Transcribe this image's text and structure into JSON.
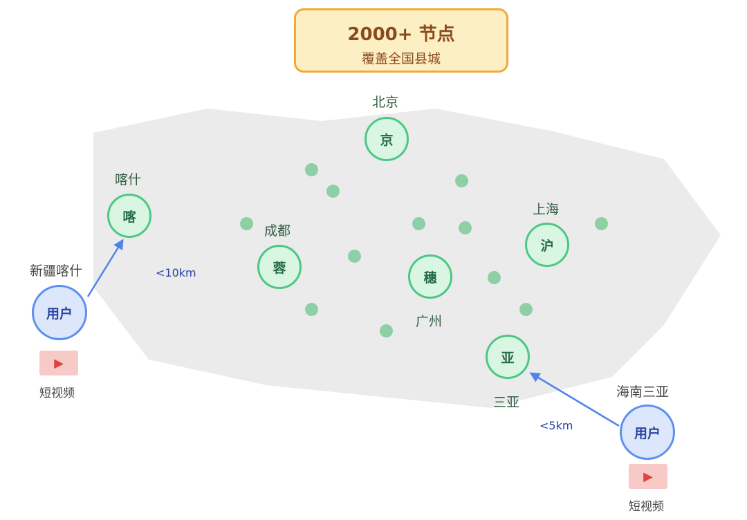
{
  "title": {
    "main": "2000+ 节点",
    "sub": "覆盖全国县城"
  },
  "map": {
    "fill_color": "#ebebeb"
  },
  "nodes": [
    {
      "id": "beijing",
      "glyph": "京",
      "city": "北京"
    },
    {
      "id": "kashgar",
      "glyph": "喀",
      "city": "喀什"
    },
    {
      "id": "chengdu",
      "glyph": "蓉",
      "city": "成都"
    },
    {
      "id": "guangzhou",
      "glyph": "穗",
      "city": "广州"
    },
    {
      "id": "shanghai",
      "glyph": "沪",
      "city": "上海"
    },
    {
      "id": "sanya",
      "glyph": "亚",
      "city": "三亚"
    }
  ],
  "users": [
    {
      "id": "xinjiang",
      "label": "用户",
      "location": "新疆喀什",
      "distance": "<10km",
      "video_label": "短视频",
      "video_icon": "play-icon"
    },
    {
      "id": "hainan",
      "label": "用户",
      "location": "海南三亚",
      "distance": "<5km",
      "video_label": "短视频",
      "video_icon": "play-icon"
    }
  ],
  "colors": {
    "title_bg": "#fdefc4",
    "title_border": "#f0a93a",
    "title_text": "#8b4a1e",
    "node_fill": "#d8f6e2",
    "node_border": "#4cc784",
    "node_text": "#256b45",
    "dot": "#8ecfa5",
    "user_fill": "#dde7fc",
    "user_border": "#5b8ff0",
    "user_text": "#2b45a0",
    "arrow": "#4f83ec",
    "video_bg": "#f7c9c7",
    "video_icon": "#e0453d"
  }
}
